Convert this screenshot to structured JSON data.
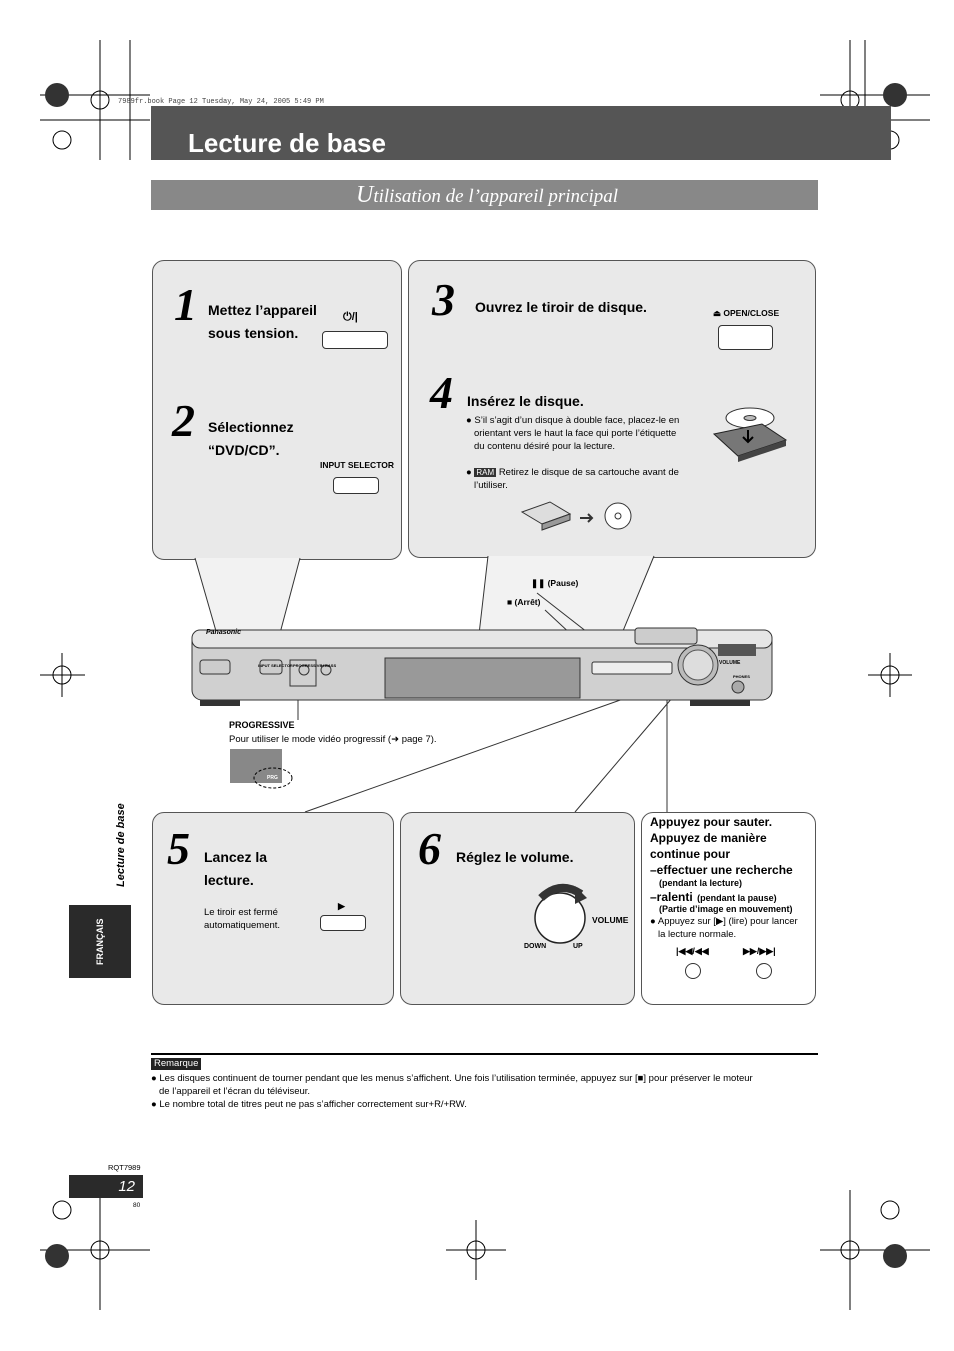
{
  "file_header": "7989fr.book  Page 12  Tuesday, May 24, 2005  5:49 PM",
  "title": "Lecture de base",
  "subtitle_cap": "U",
  "subtitle_rest": "tilisation de l’appareil principal",
  "steps": [
    {
      "num": "1",
      "text1": "Mettez l’appareil",
      "text2": "sous tension.",
      "button_label": "⏻/|"
    },
    {
      "num": "2",
      "text1": "Sélectionnez",
      "text2": "“DVD/CD”.",
      "button_label": "INPUT SELECTOR"
    },
    {
      "num": "3",
      "text1": "Ouvrez le tiroir de disque.",
      "button_label": "⏏ OPEN/CLOSE"
    },
    {
      "num": "4",
      "text1": "Insérez le disque.",
      "bullet1": [
        "S’il s’agit d’un disque à double face, placez-le en",
        "orientant vers le haut la face qui porte l’étiquette",
        "du contenu désiré pour la lecture."
      ],
      "ram_badge": "RAM",
      "bullet2": [
        "Retirez le disque de sa cartouche avant de",
        "l’utiliser."
      ]
    },
    {
      "num": "5",
      "text1": "Lancez la",
      "text2": "lecture.",
      "note1": "Le tiroir est fermé",
      "note2": "automatiquement.",
      "button_label": "▶"
    },
    {
      "num": "6",
      "text1": "Réglez le volume.",
      "knob_label": "VOLUME",
      "down": "DOWN",
      "up": "UP"
    }
  ],
  "callouts": {
    "pause": "❚❚ (Pause)",
    "stop": "■ (Arrêt)",
    "progressive_title": "PROGRESSIVE",
    "progressive_desc": "Pour utiliser le mode vidéo progressif (➜ page 7).",
    "prg": "PRG"
  },
  "device": {
    "brand": "Panasonic",
    "input_selector": "INPUT SELECTOR",
    "progressive": "PROGRESSIVE",
    "hdmi": "H.BASS",
    "volume": "VOLUME",
    "phones": "PHONES"
  },
  "skip_panel": {
    "l1": "Appuyez pour sauter.",
    "l2": "Appuyez de manière",
    "l3": "continue pour",
    "l4": "–effectuer une recherche",
    "l5": "(pendant la lecture)",
    "l6a": "–ralenti",
    "l6b": "(pendant la pause)",
    "l7": "(Partie d’image en mouvement)",
    "l8": "Appuyez sur [▶] (lire) pour lancer",
    "l9": "la lecture normale.",
    "prev_label": "|◀◀/◀◀",
    "next_label": "▶▶/▶▶|"
  },
  "side": {
    "section": "Lecture de base",
    "language": "FRANÇAIS"
  },
  "remarque": {
    "badge": "Remarque",
    "n1a": "Les disques continuent de tourner pendant que les menus s’affichent. Une fois l’utilisation terminée, appuyez sur [■] pour préserver le moteur",
    "n1b": "de l’appareil et l’écran du téléviseur.",
    "n2": "Le nombre total de titres peut ne pas s’afficher correctement sur+R/+RW."
  },
  "footer": {
    "model": "RQT7989",
    "page": "12",
    "sub": "80"
  }
}
